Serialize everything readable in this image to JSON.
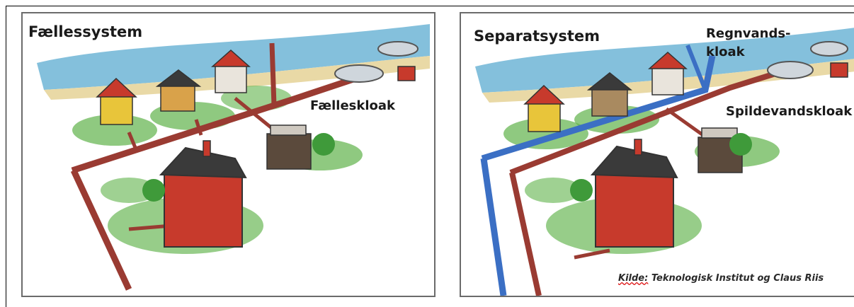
{
  "left_panel": {
    "title": "Fællessystem",
    "pipe_label": "Fælleskloak"
  },
  "right_panel": {
    "title": "Separatsystem",
    "rain_label_line1": "Regnvands-",
    "rain_label_line2": "kloak",
    "waste_label": "Spildevandskloak"
  },
  "source": {
    "prefix": "Kilde:",
    "text": " Teknologisk Institut og Claus Riis"
  },
  "colors": {
    "combined_pipe": "#9a3b32",
    "rain_pipe": "#3b6fc4",
    "waste_pipe": "#9a3b32",
    "sea": "#6fb5d6",
    "sand": "#e9d9a6",
    "grass": "#5fb24a",
    "house_red": "#c73a2c",
    "house_yellow": "#e8c53a",
    "roof_dark": "#3a3a3a"
  }
}
